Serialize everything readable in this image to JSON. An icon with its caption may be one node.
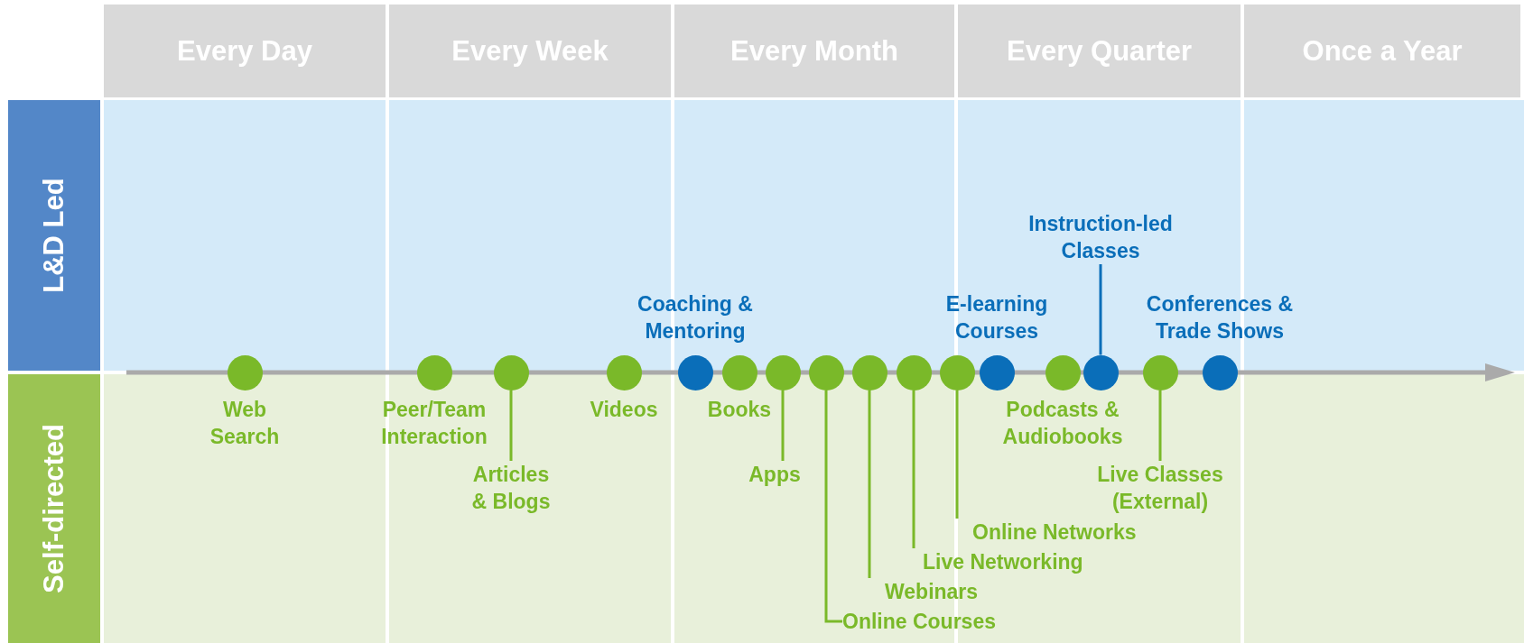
{
  "diagram": {
    "nodes": [
      {
        "text": [
          "Every Day"
        ]
      },
      {
        "text": [
          "Every Week"
        ]
      },
      {
        "text": [
          "Every Month"
        ]
      },
      {
        "text": [
          "Every Quarter"
        ]
      },
      {
        "text": [
          "Once a Year"
        ]
      },
      {
        "text": [
          "L&D Led"
        ]
      },
      {
        "text": [
          "Self-directed"
        ]
      },
      {
        "text": [],
        "shape": "circle",
        "beside": [
          "Web Search"
        ]
      },
      {
        "text": [],
        "shape": "circle",
        "beside": [
          "Peer/Team Interaction"
        ]
      },
      {
        "text": [],
        "shape": "circle"
      },
      {
        "text": [
          "Articles & Blogs"
        ]
      },
      {
        "text": [],
        "shape": "circle",
        "beside": [
          "Videos"
        ]
      },
      {
        "text": [],
        "shape": "circle",
        "beside": [
          "Coaching & Mentoring"
        ]
      },
      {
        "text": [],
        "shape": "circle",
        "beside": [
          "Books"
        ]
      },
      {
        "text": [],
        "shape": "circle"
      },
      {
        "text": [
          "Apps"
        ]
      },
      {
        "text": [],
        "shape": "circle"
      },
      {
        "text": [
          "Online Courses"
        ]
      },
      {
        "text": [],
        "shape": "circle"
      },
      {
        "text": [
          "Webinars"
        ]
      },
      {
        "text": [],
        "shape": "circle"
      },
      {
        "text": [
          "Live Networking"
        ]
      },
      {
        "text": [],
        "shape": "circle"
      },
      {
        "text": [
          "Online Networks"
        ]
      },
      {
        "text": [],
        "shape": "circle",
        "beside": [
          "E-learning Courses"
        ]
      },
      {
        "text": [],
        "shape": "circle",
        "beside": [
          "Podcasts & Audiobooks"
        ]
      },
      {
        "text": [],
        "shape": "circle"
      },
      {
        "text": [
          "Instruction-led Classes"
        ]
      },
      {
        "text": [],
        "shape": "circle"
      },
      {
        "text": [
          "Live Classes (External)"
        ]
      },
      {
        "text": [],
        "shape": "circle",
        "beside": [
          "Conferences & Trade Shows"
        ]
      }
    ],
    "edges": [
      {
        "from": 10,
        "to": 9,
        "arrow": "none"
      },
      {
        "from": 15,
        "to": 14,
        "arrow": "none"
      },
      {
        "from": 17,
        "to": 16,
        "arrow": "none"
      },
      {
        "from": 19,
        "to": 18,
        "arrow": "none"
      },
      {
        "from": 21,
        "to": 20,
        "arrow": "none"
      },
      {
        "from": 23,
        "to": 22,
        "arrow": "none"
      },
      {
        "from": 27,
        "to": 26,
        "arrow": "none",
        "color": "#0a6eb9"
      },
      {
        "from": 29,
        "to": 28,
        "arrow": "none"
      }
    ]
  }
}
